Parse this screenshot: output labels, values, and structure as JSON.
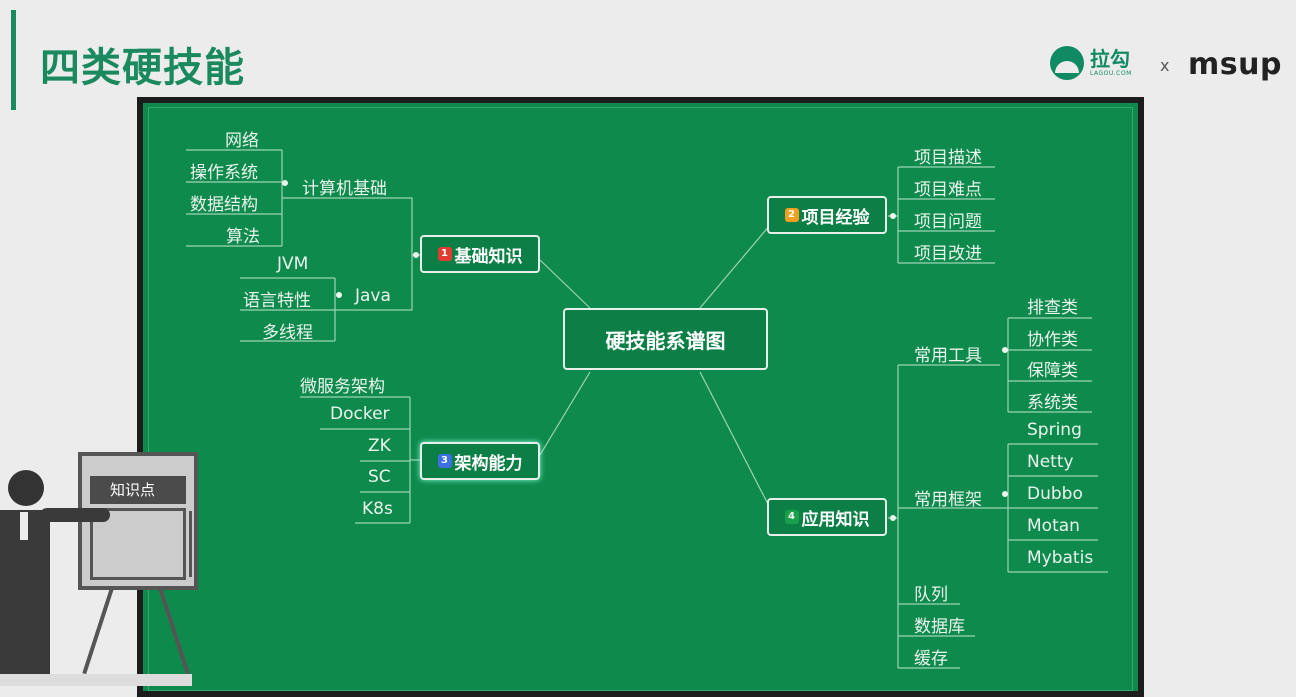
{
  "slide": {
    "title": "四类硬技能"
  },
  "logos": {
    "lagou_cn": "拉勾",
    "lagou_en": "LAGOU.COM",
    "cross": "x",
    "msup": "msup"
  },
  "mindmap": {
    "center": "硬技能系谱图",
    "branches": {
      "basic": {
        "label": "基础知识",
        "badge": "1",
        "badge_color": "#e03c31",
        "groups": [
          {
            "label": "计算机基础",
            "items": [
              "网络",
              "操作系统",
              "数据结构",
              "算法"
            ]
          },
          {
            "label": "Java",
            "items": [
              "JVM",
              "语言特性",
              "多线程"
            ]
          }
        ]
      },
      "arch": {
        "label": "架构能力",
        "badge": "3",
        "badge_color": "#3c6fe0",
        "items": [
          "微服务架构",
          "Docker",
          "ZK",
          "SC",
          "K8s"
        ]
      },
      "project": {
        "label": "项目经验",
        "badge": "2",
        "badge_color": "#f0a020",
        "items": [
          "项目描述",
          "项目难点",
          "项目问题",
          "项目改进"
        ]
      },
      "apply": {
        "label": "应用知识",
        "badge": "4",
        "badge_color": "#18a04a",
        "groups": [
          {
            "label": "常用工具",
            "items": [
              "排查类",
              "协作类",
              "保障类",
              "系统类"
            ]
          },
          {
            "label": "常用框架",
            "items": [
              "Spring",
              "Netty",
              "Dubbo",
              "Motan",
              "Mybatis"
            ]
          }
        ],
        "items": [
          "队列",
          "数据库",
          "缓存"
        ]
      }
    }
  },
  "illustration": {
    "board_label": "知识点"
  },
  "colors": {
    "accent": "#1a8a5e",
    "board": "#0d8a4c"
  }
}
